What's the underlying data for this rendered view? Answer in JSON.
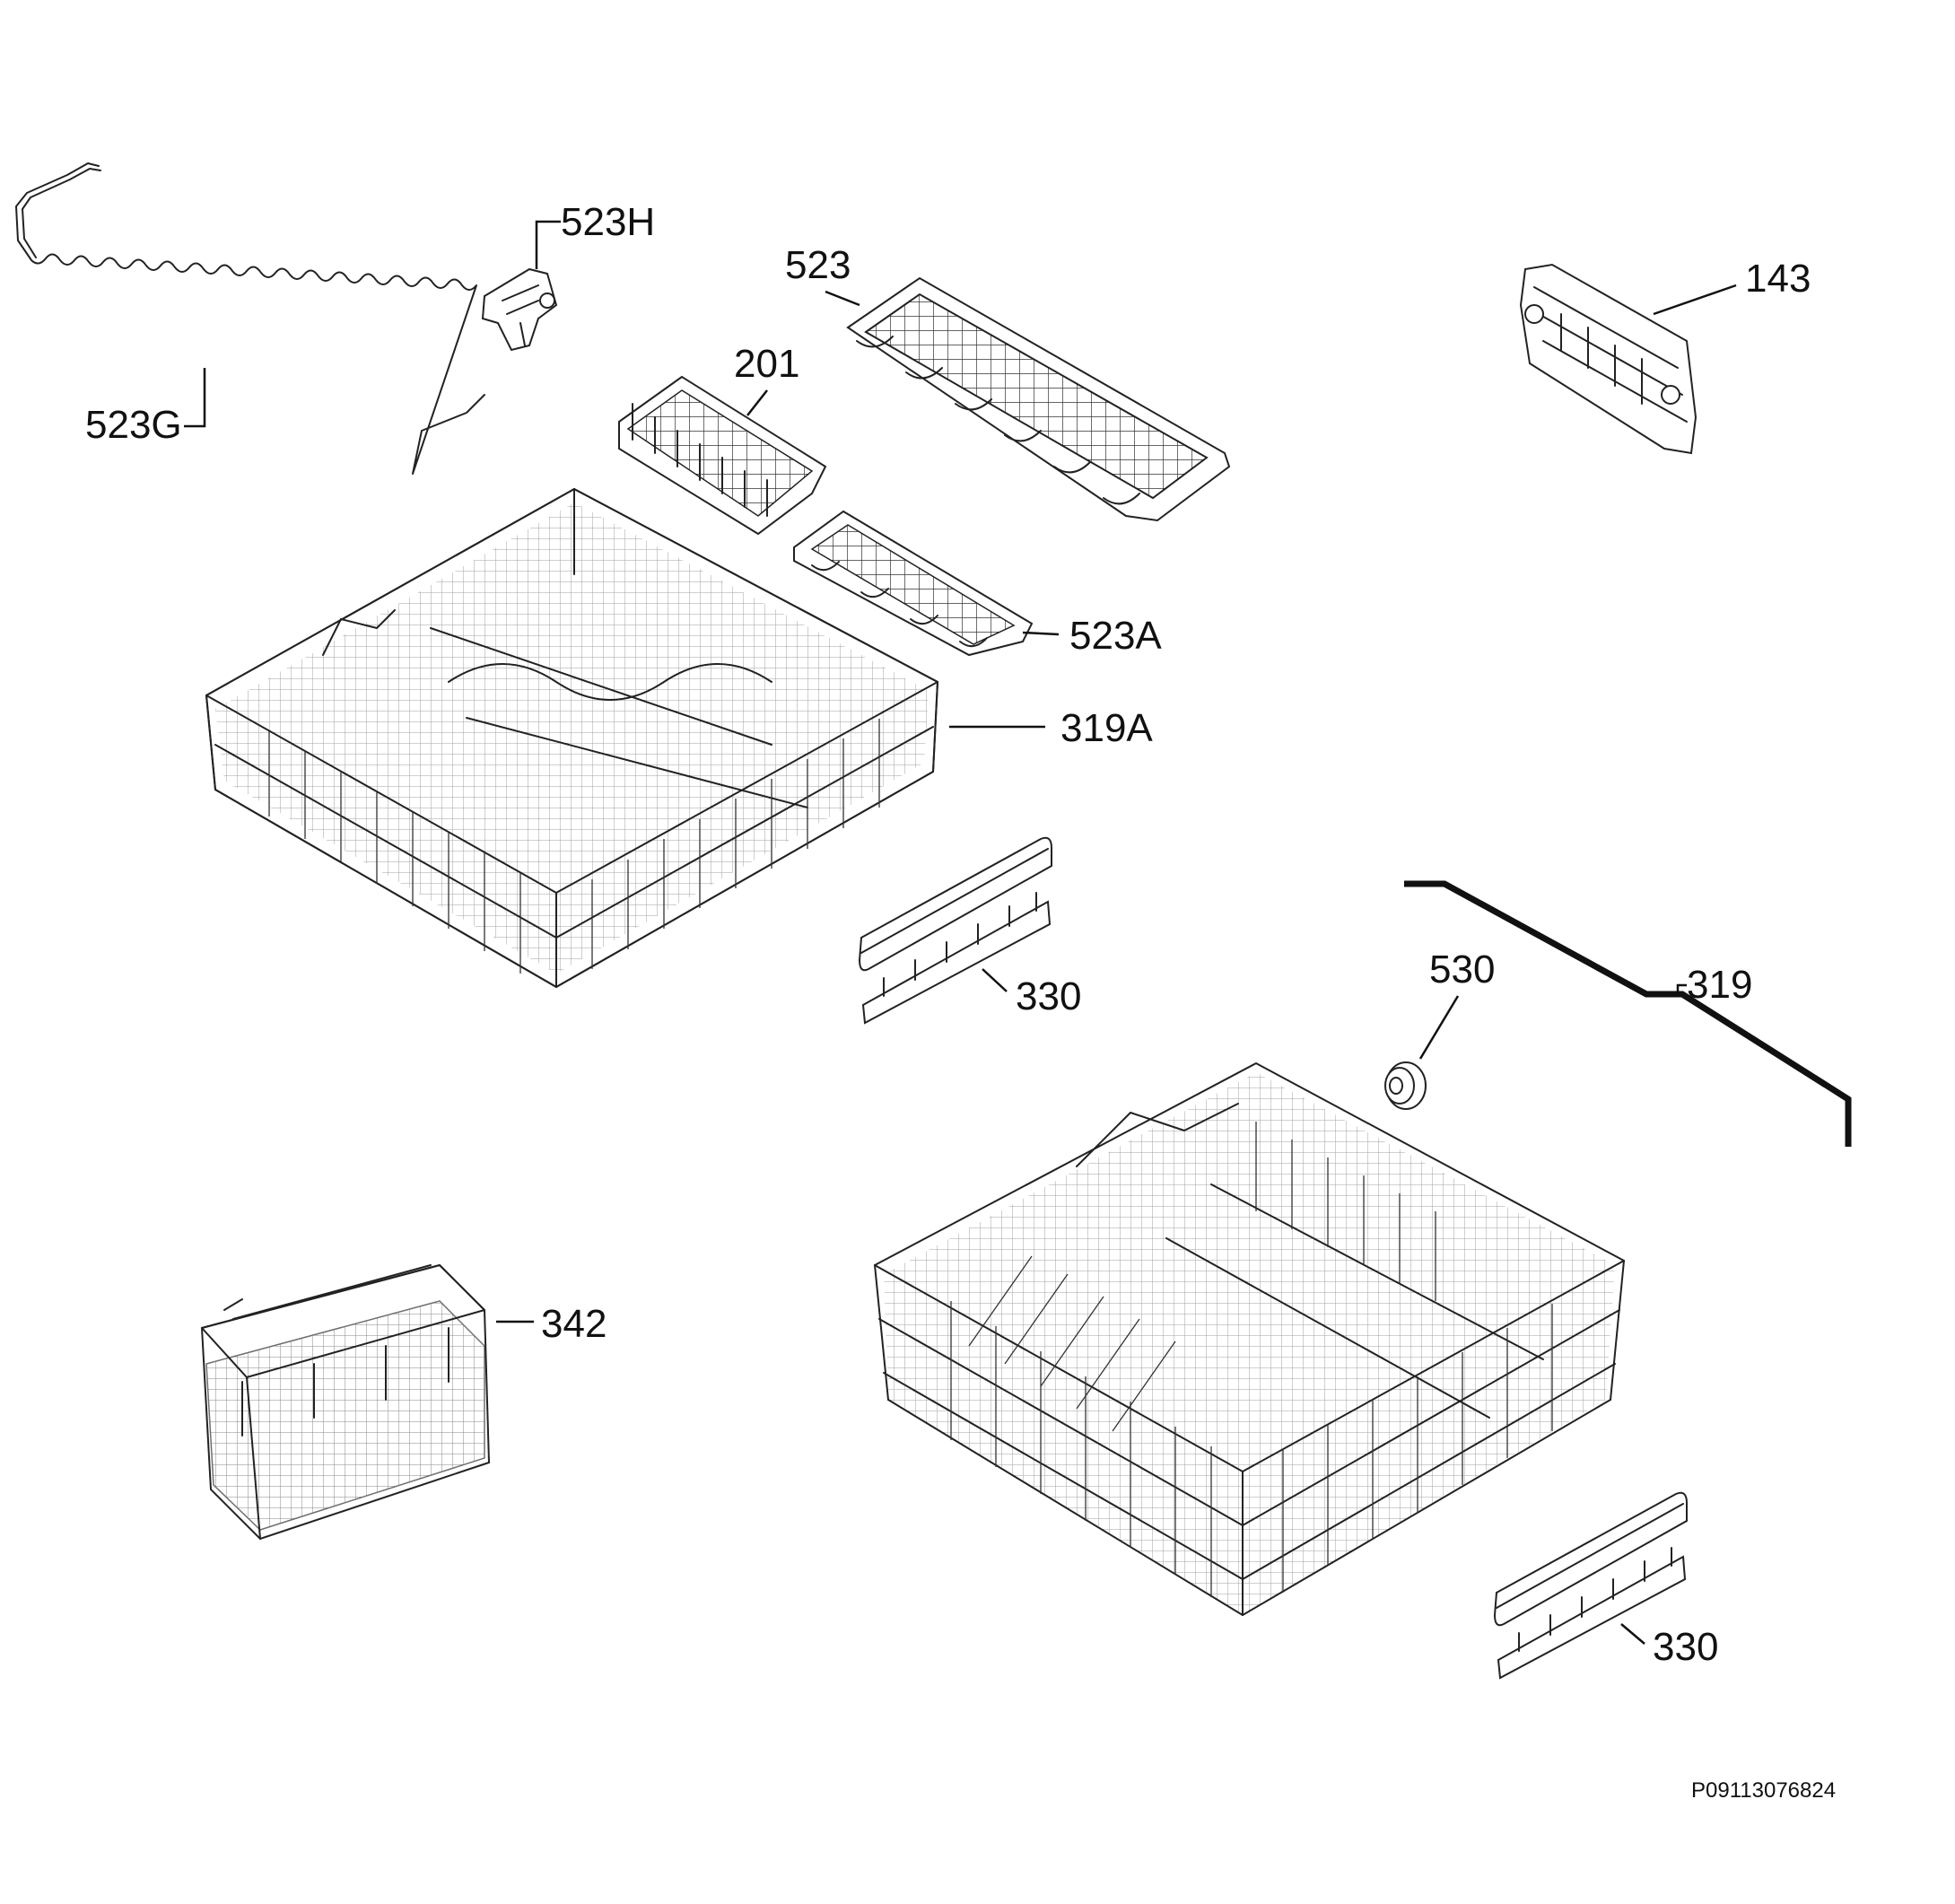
{
  "labels": {
    "p523H": "523H",
    "p523": "523",
    "p143": "143",
    "p201": "201",
    "p523G": "523G",
    "p523A": "523A",
    "p319A": "319A",
    "p330_upper": "330",
    "p530": "530",
    "p319": "319",
    "p342": "342",
    "p330_lower": "330"
  },
  "diagram_code": "P09113076824"
}
